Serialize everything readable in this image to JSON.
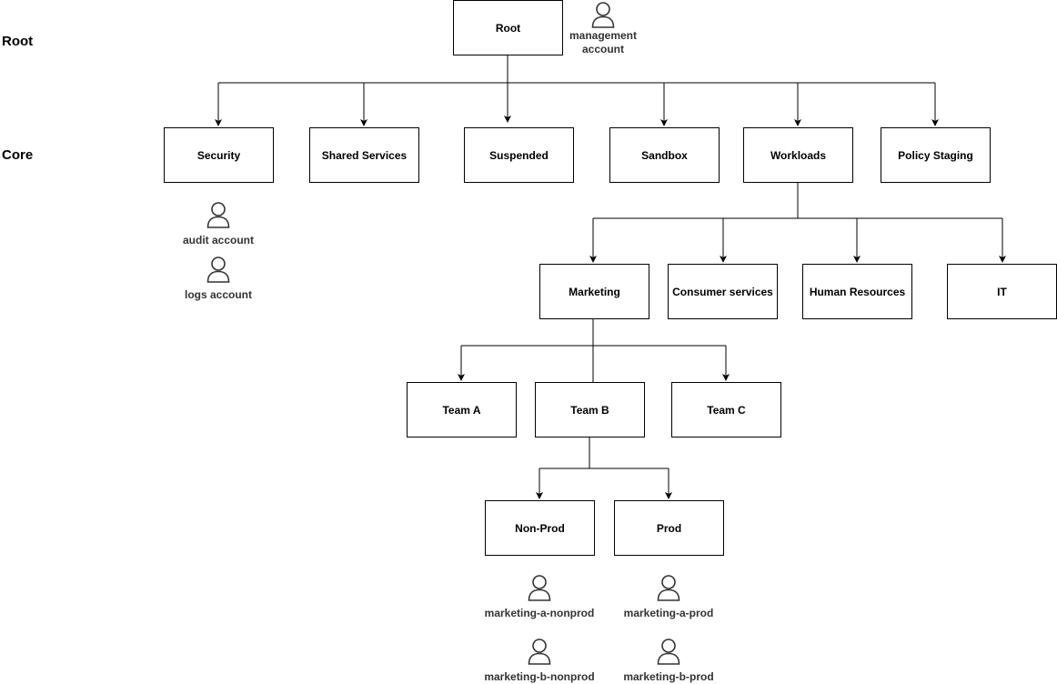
{
  "levels": {
    "root": "Root",
    "core": "Core"
  },
  "nodes": {
    "root": "Root",
    "security": "Security",
    "shared_services": "Shared Services",
    "suspended": "Suspended",
    "sandbox": "Sandbox",
    "workloads": "Workloads",
    "policy_staging": "Policy Staging",
    "marketing": "Marketing",
    "consumer_services": "Consumer services",
    "human_resources": "Human Resources",
    "it": "IT",
    "team_a": "Team A",
    "team_b": "Team B",
    "team_c": "Team C",
    "non_prod": "Non-Prod",
    "prod": "Prod"
  },
  "accounts": {
    "management_line1": "management",
    "management_line2": "account",
    "audit": "audit account",
    "logs": "logs account",
    "marketing_a_nonprod": "marketing-a-nonprod",
    "marketing_a_prod": "marketing-a-prod",
    "marketing_b_nonprod": "marketing-b-nonprod",
    "marketing_b_prod": "marketing-b-prod"
  },
  "icons": {
    "account": "user-icon"
  },
  "colors": {
    "line": "#000000",
    "icon_stroke": "#333333",
    "label": "#333333"
  }
}
